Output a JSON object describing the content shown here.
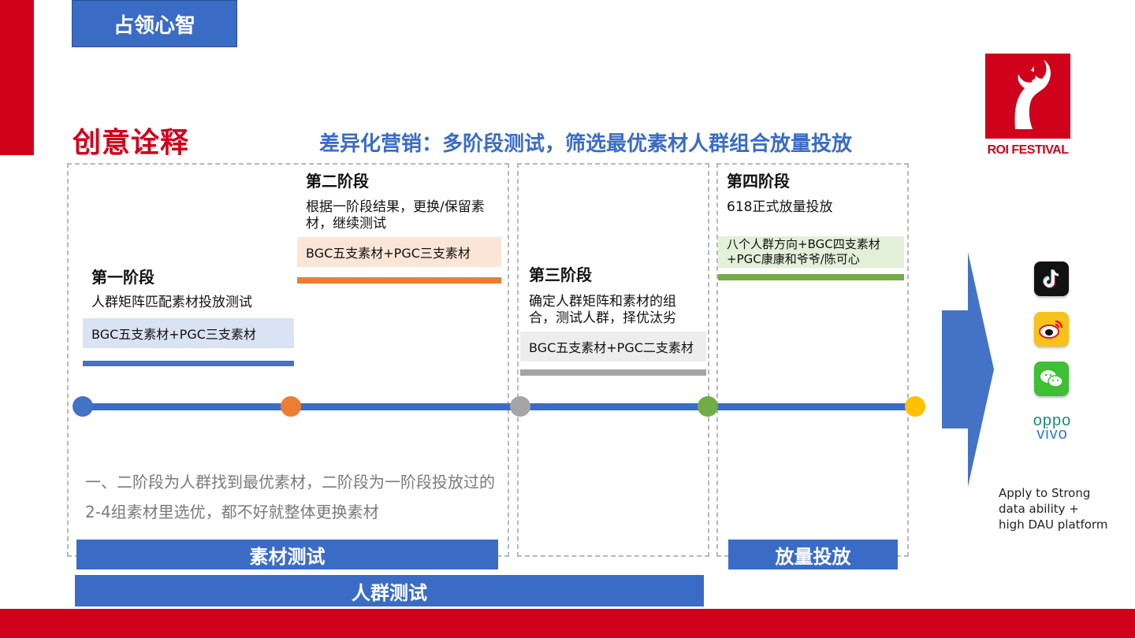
{
  "header": {
    "tab_label": "占领心智"
  },
  "section_title": "创意诠释",
  "headline": "差异化营销：多阶段测试，筛选最优素材人群组合放量投放",
  "logo": {
    "text": "ROI FESTIVAL"
  },
  "stages": [
    {
      "title": "第一阶段",
      "description": "人群矩阵匹配素材投放测试",
      "materials": "BGC五支素材+PGC三支素材",
      "color": "#4472c4",
      "box_color": "#dae3f3"
    },
    {
      "title": "第二阶段",
      "description": "根据一阶段结果，更换/保留素材，继续测试",
      "materials": "BGC五支素材+PGC三支素材",
      "color": "#ed7d31",
      "box_color": "#fbe5d6"
    },
    {
      "title": "第三阶段",
      "description": "确定人群矩阵和素材的组合，测试人群，择优汰劣",
      "materials": "BGC五支素材+PGC二支素材",
      "color": "#a5a5a5",
      "box_color": "#ededed"
    },
    {
      "title": "第四阶段",
      "description": "618正式放量投放",
      "materials": "八个人群方向+BGC四支素材+PGC康康和爷爷/陈可心",
      "color": "#70ad47",
      "box_color": "#e2efd9"
    }
  ],
  "timeline_dots": [
    "#4472c4",
    "#ed7d31",
    "#a5a5a5",
    "#70ad47",
    "#ffc000"
  ],
  "note": "一、二阶段为人群找到最优素材，二阶段为一阶段投放过的2-4组素材里选优，都不好就整体更换素材",
  "bars": {
    "material_test": "素材测试",
    "scale_delivery": "放量投放",
    "audience_test": "人群测试"
  },
  "platforms": {
    "icons": [
      "tiktok-icon",
      "weibo-icon",
      "wechat-icon",
      "oppo-vivo-logo"
    ],
    "oppo": "oppo",
    "vivo": "vivo",
    "apply_lines": [
      "Apply to Strong",
      "data ability +",
      "high DAU platform"
    ]
  },
  "colors": {
    "brand_red": "#d0021b",
    "brand_blue": "#3a6cc6"
  }
}
